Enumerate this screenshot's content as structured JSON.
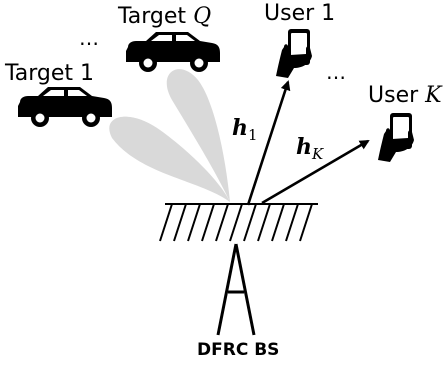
{
  "labels": {
    "target_1": "Target 1",
    "target_q_word": "Target",
    "target_q_symbol": "Q",
    "user_1": "User 1",
    "user_k_word": "User",
    "user_k_symbol": "K",
    "h1_symbol": "h",
    "h1_sub": "1",
    "hk_symbol": "h",
    "hk_sub": "K",
    "dots_targets": "…",
    "dots_users": "…",
    "bs_label": "DFRC BS"
  },
  "icons": {
    "car": "car-icon",
    "phone": "hand-holding-phone-icon",
    "antenna": "antenna-array-icon",
    "tower": "tower-icon",
    "beam": "radar-beam"
  },
  "colors": {
    "beam": "#d9d9d9",
    "line": "#000000"
  }
}
